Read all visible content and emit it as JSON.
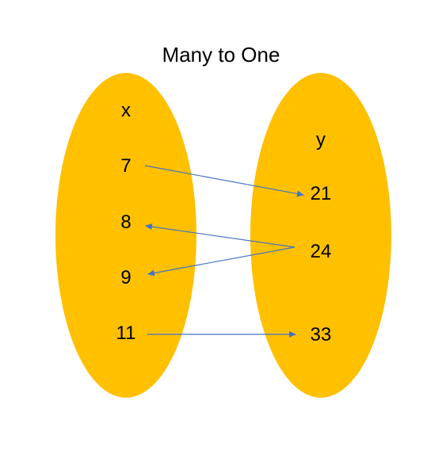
{
  "title": "Many to One",
  "colors": {
    "set_fill": "#FFC000",
    "arrow": "#4472C4",
    "text": "#000000"
  },
  "sets": {
    "domain": {
      "label": "x",
      "elements": [
        "7",
        "8",
        "9",
        "11"
      ]
    },
    "codomain": {
      "label": "y",
      "elements": [
        "21",
        "24",
        "33"
      ]
    }
  },
  "mappings": [
    {
      "from": "24",
      "to": "8"
    },
    {
      "from": "24",
      "to": "9"
    }
  ],
  "mappings_forward": [
    {
      "from": "7",
      "to": "21"
    },
    {
      "from": "11",
      "to": "33"
    }
  ]
}
